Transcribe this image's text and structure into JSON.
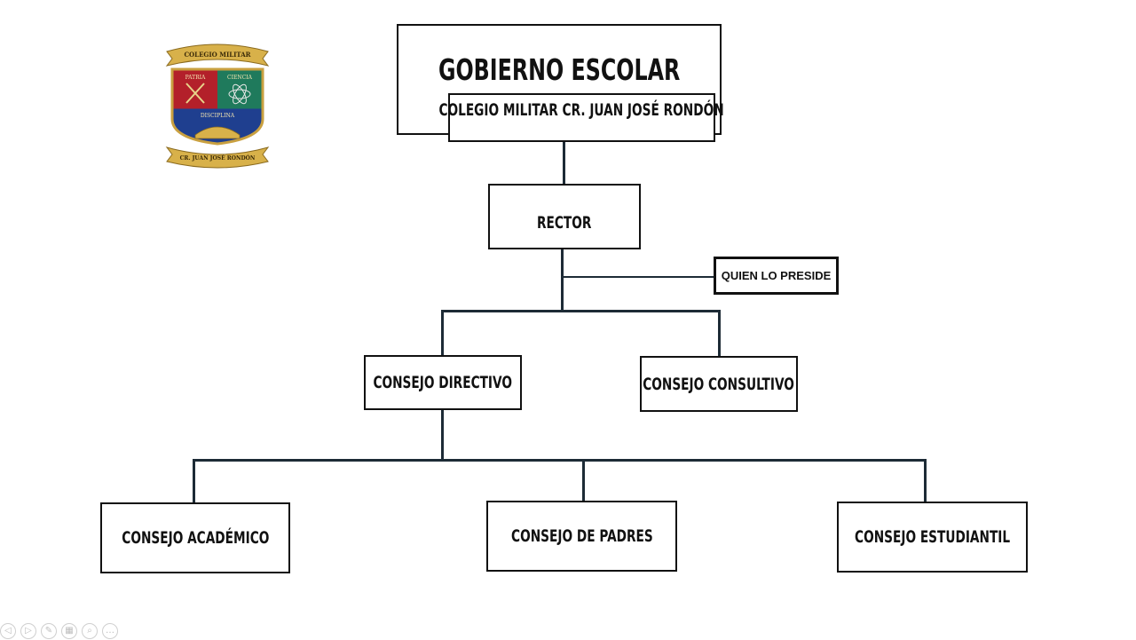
{
  "title": "GOBIERNO ESCOLAR",
  "subtitle": "COLEGIO MILITAR CR. JUAN JOSÉ RONDÓN",
  "nodes": {
    "rector": "RECTOR",
    "preside": "QUIEN LO PRESIDE",
    "directivo": "CONSEJO DIRECTIVO",
    "consultivo": "CONSEJO CONSULTIVO",
    "academico": "CONSEJO ACADÉMICO",
    "padres": "CONSEJO DE PADRES",
    "estudiantil": "CONSEJO ESTUDIANTIL"
  },
  "logo": {
    "top_ribbon": "COLEGIO MILITAR",
    "left_field": "PATRIA",
    "right_field": "CIENCIA",
    "bottom_field": "DISCIPLINA",
    "bottom_ribbon": "CR. JUAN JOSÉ RONDÓN",
    "colors": {
      "red": "#b3202a",
      "green": "#1f7a5c",
      "blue": "#1f3f8f",
      "gold": "#d8b14a"
    }
  },
  "controls": [
    {
      "name": "previous-slide-icon",
      "glyph": "◁"
    },
    {
      "name": "next-slide-icon",
      "glyph": "▷"
    },
    {
      "name": "pen-icon",
      "glyph": "✎"
    },
    {
      "name": "slides-grid-icon",
      "glyph": "▦"
    },
    {
      "name": "zoom-icon",
      "glyph": "⌕"
    },
    {
      "name": "more-options-icon",
      "glyph": "…"
    }
  ]
}
